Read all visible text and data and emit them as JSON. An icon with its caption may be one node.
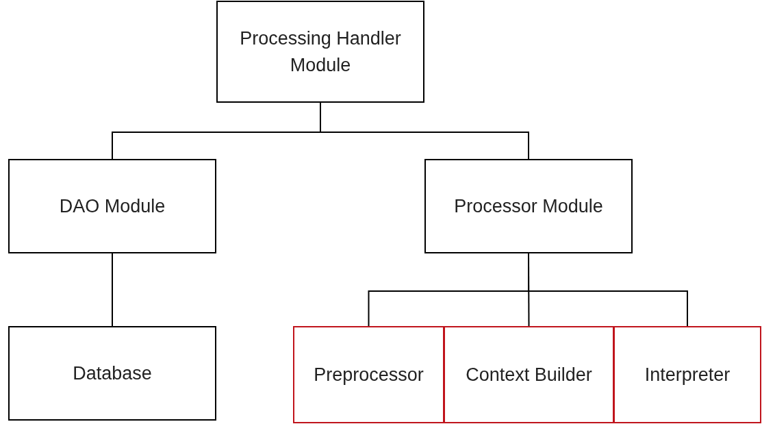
{
  "diagram": {
    "nodes": [
      {
        "text": [
          "Processing Handler Module"
        ]
      },
      {
        "text": [
          "DAO Module"
        ]
      },
      {
        "text": [
          "Processor Module"
        ]
      },
      {
        "text": [
          "Database"
        ]
      },
      {
        "text": [
          "Preprocessor"
        ]
      },
      {
        "text": [
          "Context Builder"
        ]
      },
      {
        "text": [
          "Interpreter"
        ]
      }
    ],
    "edges": [
      {
        "from": 0,
        "to": 1,
        "arrow": "none"
      },
      {
        "from": 0,
        "to": 2,
        "arrow": "none"
      },
      {
        "from": 1,
        "to": 3,
        "arrow": "none"
      },
      {
        "from": 2,
        "to": 4,
        "arrow": "none"
      },
      {
        "from": 2,
        "to": 5,
        "arrow": "none"
      },
      {
        "from": 2,
        "to": 6,
        "arrow": "none"
      }
    ]
  }
}
